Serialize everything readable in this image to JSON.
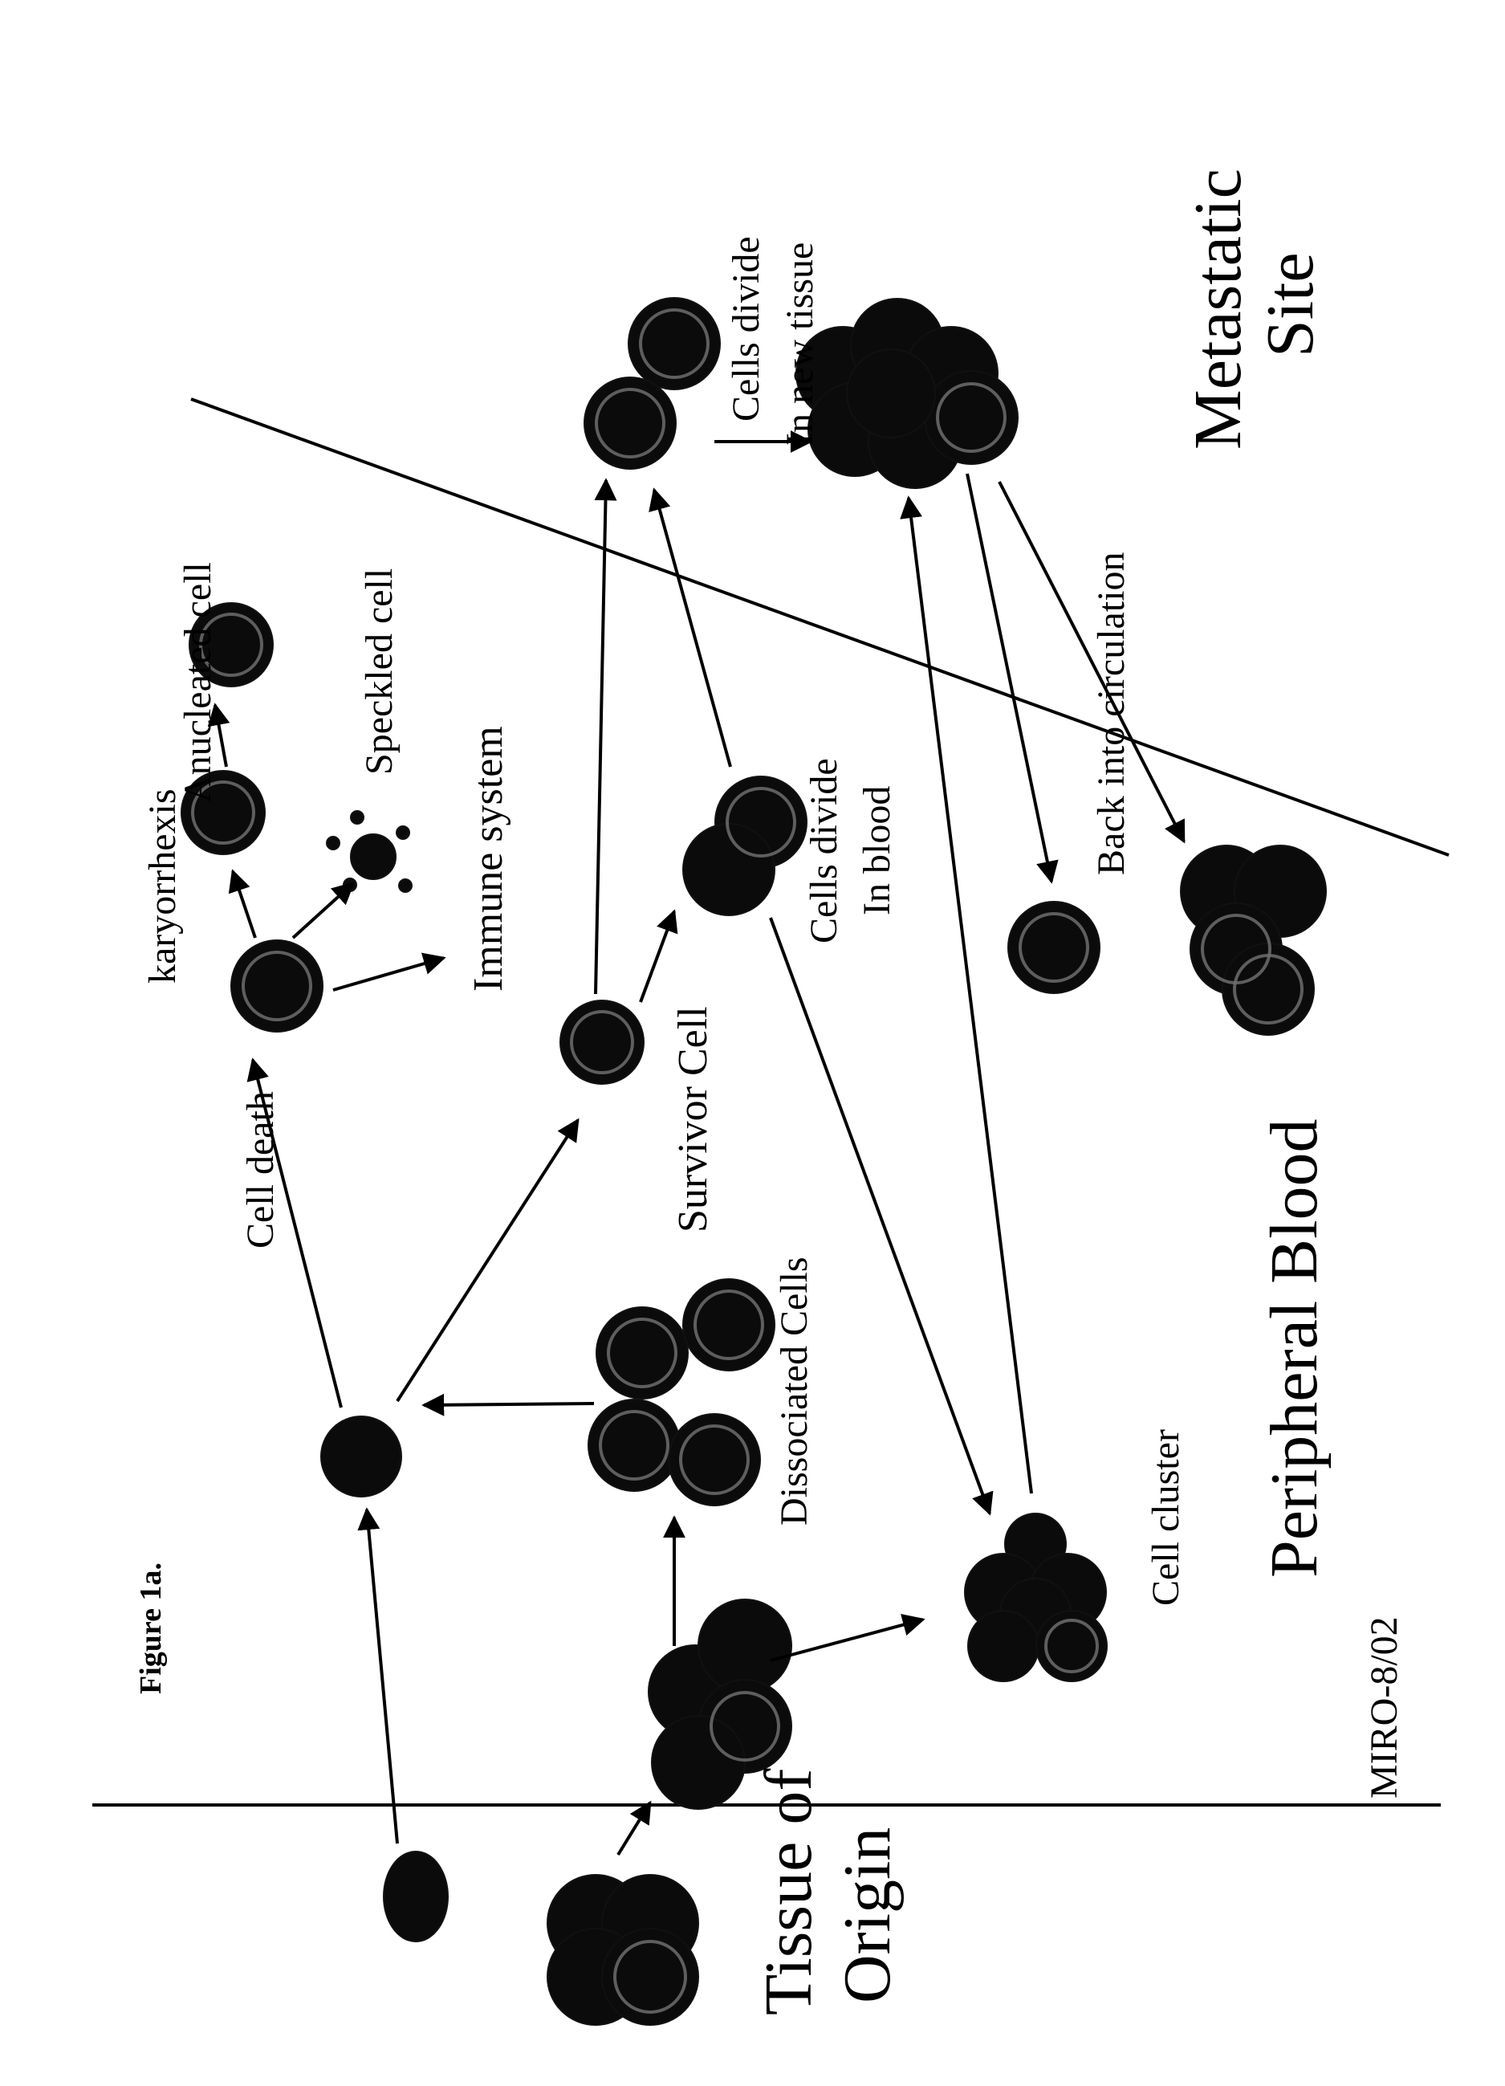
{
  "figure": {
    "tag": "Figure 1a.",
    "footer": "MIRO-8/02",
    "regions": {
      "tissue_line1": "Tissue of",
      "tissue_line2": "Origin",
      "blood": "Peripheral Blood",
      "meta_line1": "Metastatic",
      "meta_line2": "Site"
    },
    "labels": {
      "cell_death": "Cell death",
      "karyorrhexis": "karyorrhexis",
      "anucleated": "Anucleated cell",
      "speckled": "Speckled cell",
      "immune": "Immune system",
      "survivor": "Survivor Cell",
      "dissociated": "Dissociated Cells",
      "divide_blood_1": "Cells divide",
      "divide_blood_2": "In blood",
      "divide_tissue_1": "Cells divide",
      "divide_tissue_2": "In new  tissue",
      "back": "Back into circulation",
      "cluster": "Cell cluster"
    }
  }
}
